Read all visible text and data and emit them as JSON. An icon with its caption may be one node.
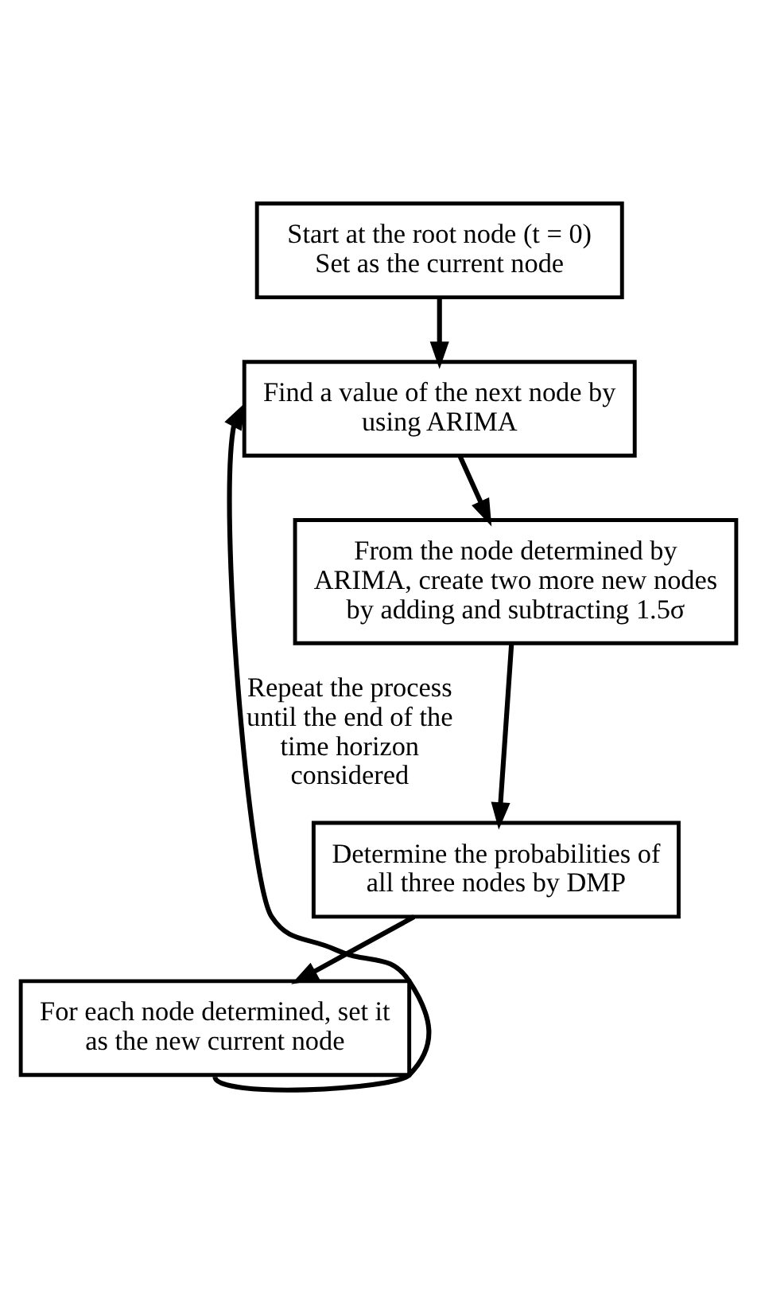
{
  "diagram": {
    "nodes": [
      {
        "text": [
          "Start at the root node (t = 0) Set as the current node"
        ]
      },
      {
        "text": [
          "Find a value of the next node by using ARIMA"
        ]
      },
      {
        "text": [
          "From the node determined by ARIMA, create two more new nodes by adding and subtracting 1.5σ"
        ]
      },
      {
        "text": [
          "Determine the probabilities of all three nodes by DMP"
        ]
      },
      {
        "text": [
          "For each node determined, set it as the new current node"
        ]
      }
    ],
    "edges": [
      {
        "from": 0,
        "to": 1,
        "arrow": "to"
      },
      {
        "from": 1,
        "to": 2,
        "arrow": "to"
      },
      {
        "from": 2,
        "to": 3,
        "arrow": "to"
      },
      {
        "from": 3,
        "to": 4,
        "arrow": "to"
      },
      {
        "from": 4,
        "to": 1,
        "arrow": "to",
        "label": "Repeat the process until the end of the time horizon considered"
      }
    ]
  }
}
